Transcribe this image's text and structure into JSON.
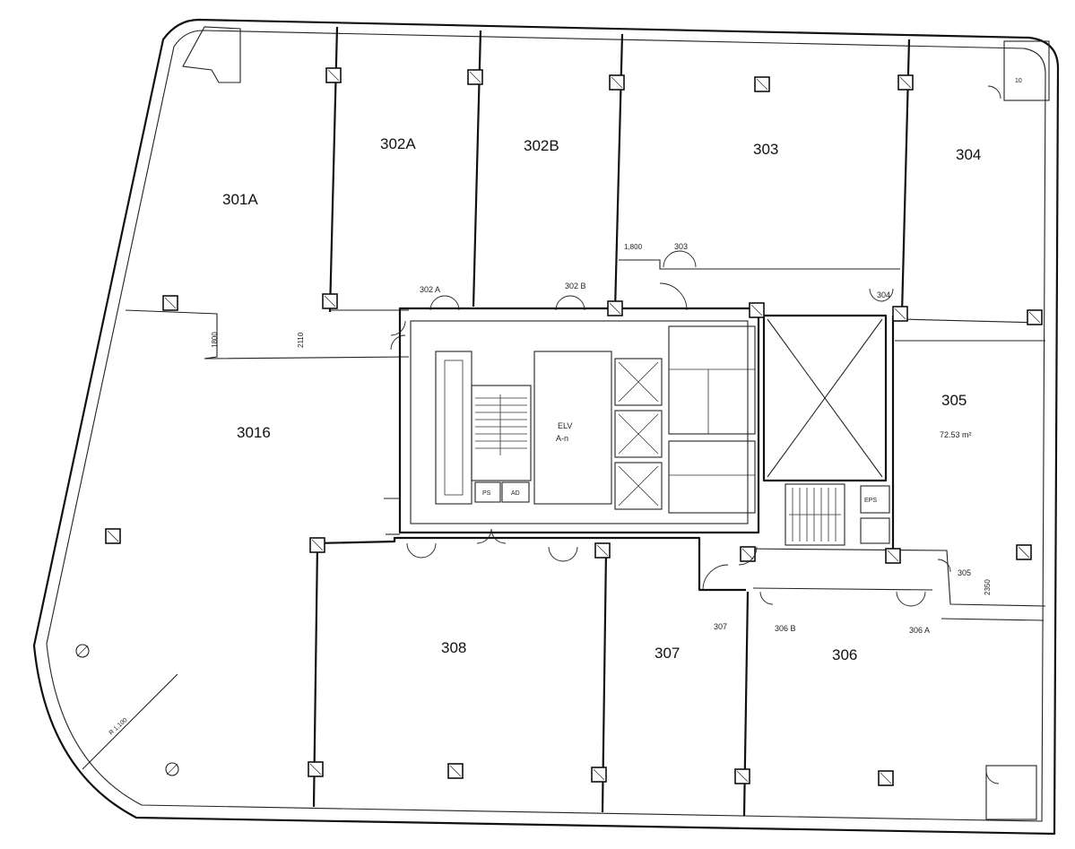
{
  "rooms": [
    {
      "id": "301A",
      "label": "301A"
    },
    {
      "id": "302A",
      "label": "302A"
    },
    {
      "id": "302B",
      "label": "302B"
    },
    {
      "id": "303",
      "label": "303"
    },
    {
      "id": "304",
      "label": "304"
    },
    {
      "id": "301B",
      "label": "3016"
    },
    {
      "id": "305",
      "label": "305"
    },
    {
      "id": "308",
      "label": "308"
    },
    {
      "id": "307",
      "label": "307"
    },
    {
      "id": "306",
      "label": "306"
    }
  ],
  "door_tags": {
    "d302a": "302 A",
    "d302b": "302 B",
    "d303": "303",
    "d304": "304",
    "d305": "305",
    "d307": "307",
    "d306b": "306 B",
    "d306a": "306 A"
  },
  "dimensions": {
    "dim_1800_top": "1,800",
    "dim_1800_left": "1800",
    "dim_2110": "2110",
    "dim_2350": "2350"
  },
  "core_labels": {
    "elv": "ELV",
    "elv_sub": "A-n",
    "ps": "PS",
    "ad": "AD",
    "eps": "EPS"
  },
  "annotations": {
    "area_305": "72.53 m²",
    "corner_tr": "10"
  }
}
